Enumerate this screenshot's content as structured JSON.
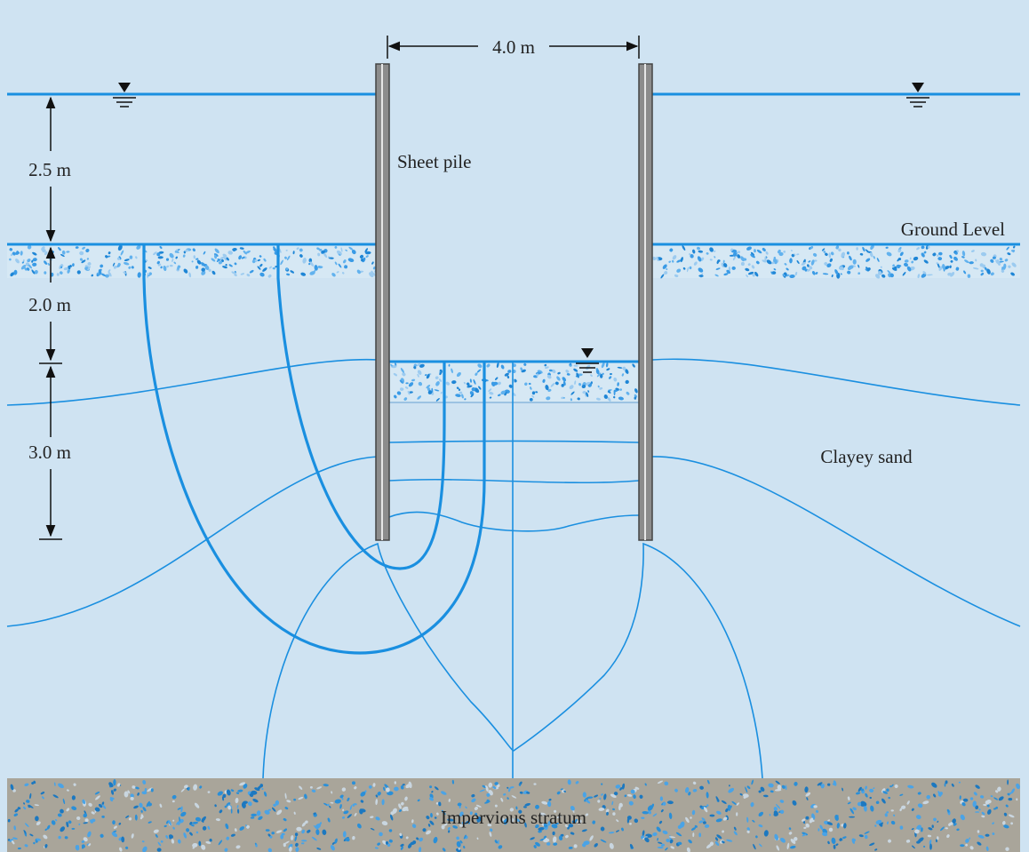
{
  "labels": {
    "width": "4.0 m",
    "sheet_pile": "Sheet pile",
    "ground_level": "Ground Level",
    "dim_upper": "2.5 m",
    "dim_middle": "2.0 m",
    "dim_lower": "3.0 m",
    "soil": "Clayey sand",
    "base": "Impervious stratum"
  },
  "colors": {
    "background": "#cfe3f2",
    "line": "#1a8fe0",
    "pile": "#8c8c8c",
    "stratum": "#a9a59a",
    "text": "#222222"
  }
}
